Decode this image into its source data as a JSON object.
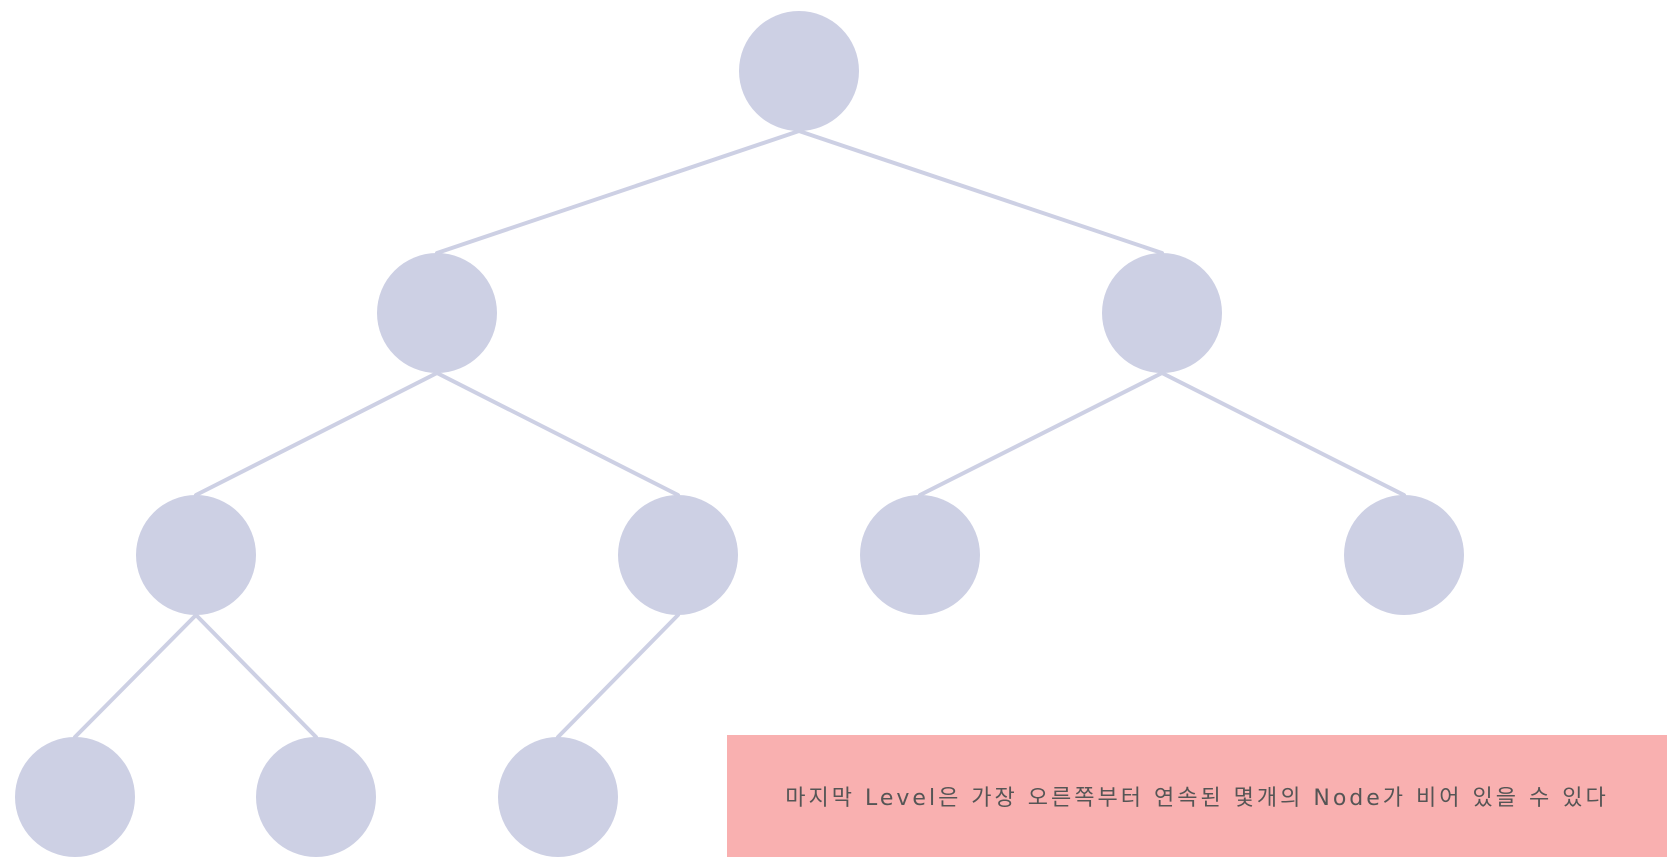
{
  "diagram": {
    "type": "complete-binary-tree",
    "levels": 4,
    "node_color": "#cdd0e4",
    "edge_color": "#cdd0e4",
    "nodes": [
      {
        "id": "n1",
        "level": 1,
        "parent": null
      },
      {
        "id": "n2",
        "level": 2,
        "parent": "n1"
      },
      {
        "id": "n3",
        "level": 2,
        "parent": "n1"
      },
      {
        "id": "n4",
        "level": 3,
        "parent": "n2"
      },
      {
        "id": "n5",
        "level": 3,
        "parent": "n2"
      },
      {
        "id": "n6",
        "level": 3,
        "parent": "n3"
      },
      {
        "id": "n7",
        "level": 3,
        "parent": "n3"
      },
      {
        "id": "n8",
        "level": 4,
        "parent": "n4"
      },
      {
        "id": "n9",
        "level": 4,
        "parent": "n4"
      },
      {
        "id": "n10",
        "level": 4,
        "parent": "n5"
      }
    ]
  },
  "note": {
    "text": "마지막 Level은 가장 오른쪽부터 연속된 몇개의 Node가 비어 있을 수 있다",
    "background": "#f9b0b0",
    "text_color": "#555555"
  }
}
